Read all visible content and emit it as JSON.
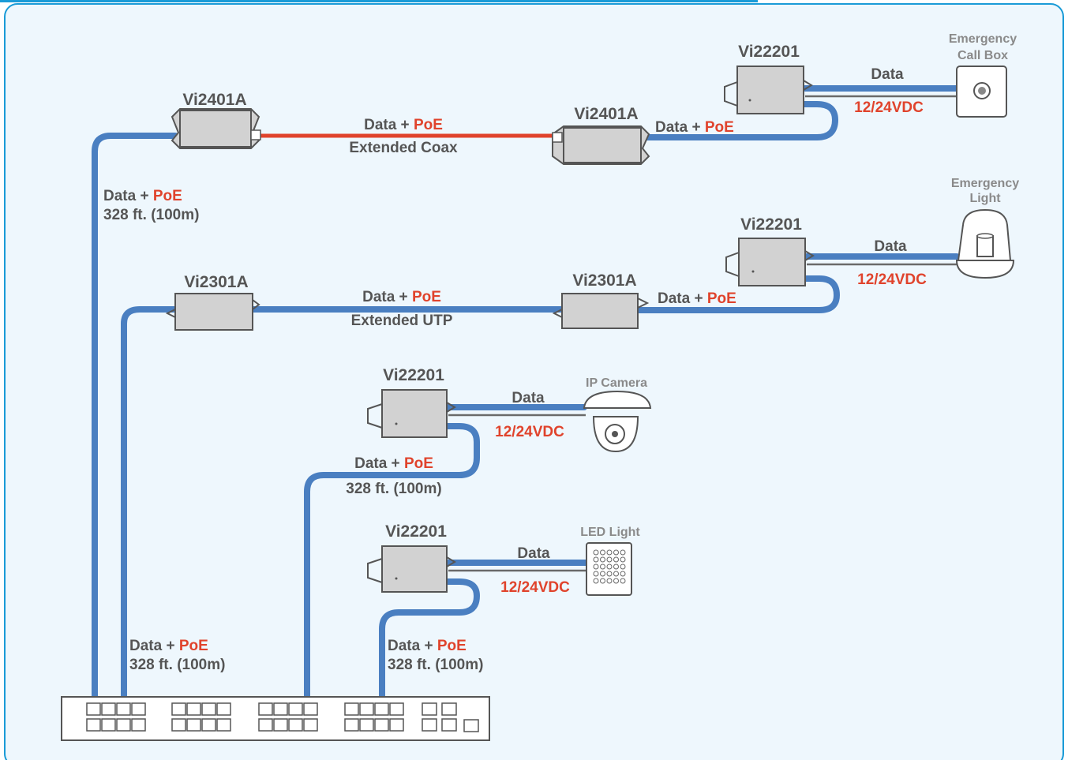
{
  "colors": {
    "cable": "#4a7fc1",
    "coax": "#e0432c",
    "accent": "#e0432c",
    "text": "#555555",
    "panel_bg": "#eef7fd",
    "panel_border": "#1a9bd7"
  },
  "devices": {
    "vi2401a_left": "Vi2401A",
    "vi2401a_right": "Vi2401A",
    "vi2301a_left": "Vi2301A",
    "vi2301a_right": "Vi2301A",
    "vi22201_callbox": "Vi22201",
    "vi22201_light": "Vi22201",
    "vi22201_camera": "Vi22201",
    "vi22201_led": "Vi22201"
  },
  "endpoints": {
    "call_box_line1": "Emergency",
    "call_box_line2": "Call Box",
    "light_line1": "Emergency",
    "light_line2": "Light",
    "camera": "IP Camera",
    "led": "LED Light"
  },
  "labels": {
    "data_prefix": "Data + ",
    "poe": "PoE",
    "data": "Data",
    "power": "12/24VDC",
    "distance": "328 ft. (100m)",
    "extended_coax": "Extended Coax",
    "extended_utp": "Extended UTP"
  }
}
